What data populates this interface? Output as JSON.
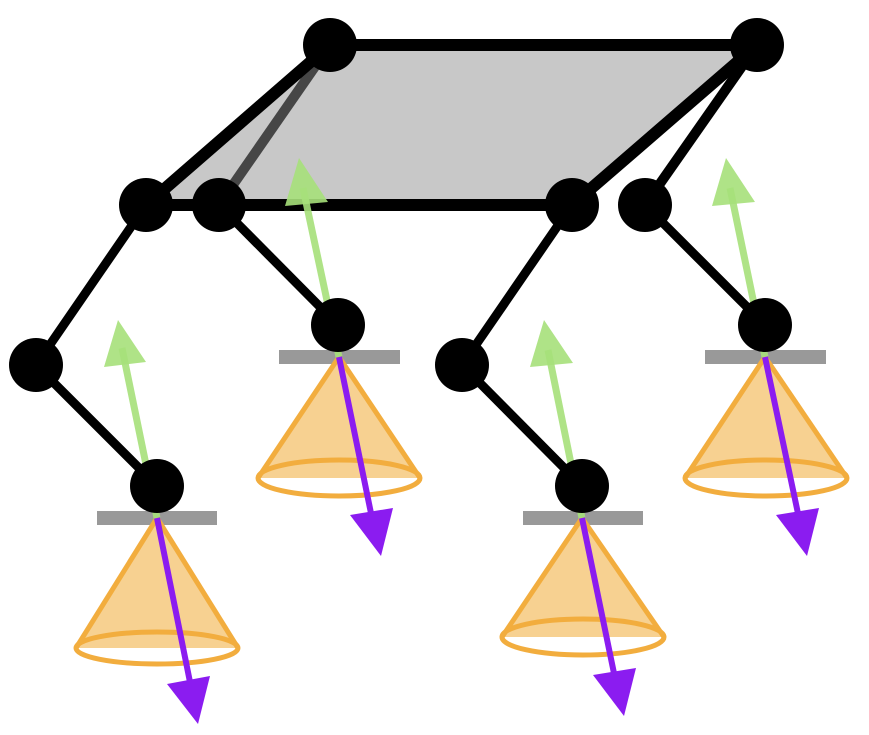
{
  "diagram": {
    "description_free": true,
    "colors": {
      "background": "#ffffff",
      "body_fill": "#c8c8c8",
      "link": "#000000",
      "joint": "#000000",
      "contact_plate": "#999999",
      "friction_cone_fill": "#f6c97e",
      "friction_cone_stroke": "#f2ad3e",
      "normal_arrow": "#a6e07a",
      "force_arrow": "#8b1cf0"
    },
    "legs": [
      {
        "id": "front-left"
      },
      {
        "id": "back-left"
      },
      {
        "id": "front-right"
      },
      {
        "id": "back-right"
      }
    ],
    "icons": {
      "joint": "joint-icon",
      "foot": "foot-icon",
      "cone": "friction-cone-icon",
      "normal": "normal-vector-arrow",
      "force": "contact-force-arrow"
    }
  }
}
